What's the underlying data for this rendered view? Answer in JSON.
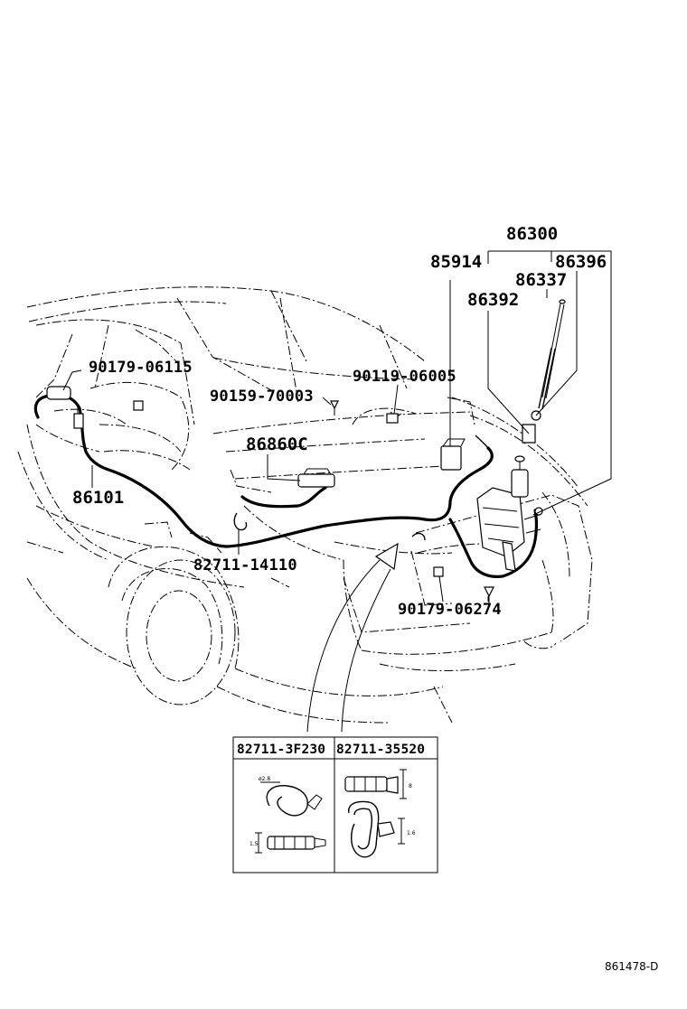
{
  "diagram": {
    "part_numbers": {
      "p86300": "86300",
      "p85914": "85914",
      "p86396": "86396",
      "p86337": "86337",
      "p86392": "86392",
      "p90179_06115": "90179-06115",
      "p90119_06005": "90119-06005",
      "p90159_70003": "90159-70003",
      "p86860C": "86860C",
      "p86101": "86101",
      "p82711_14110": "82711-14110",
      "p90179_06274": "90179-06274"
    },
    "inset": {
      "left_label": "82711-3F230",
      "right_label": "82711-35520",
      "dims": {
        "d1": "ø2.8",
        "d2": "1.5",
        "d3": "8",
        "d4": "1.6"
      }
    },
    "reference": "861478-D"
  }
}
